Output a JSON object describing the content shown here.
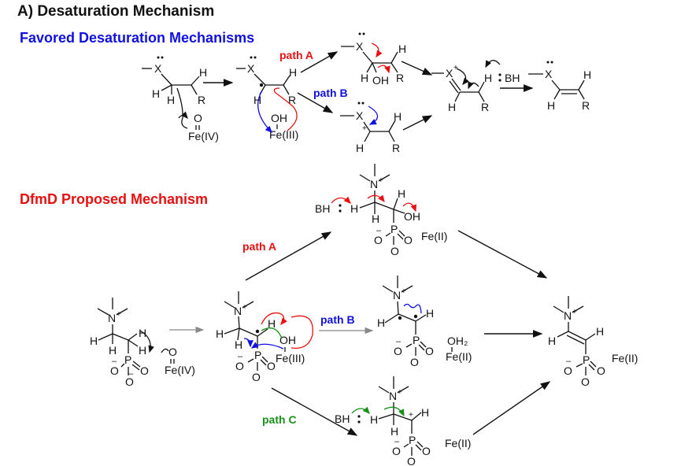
{
  "title": "A) Desaturation Mechanism",
  "sections": {
    "favored": {
      "heading": "Favored Desaturation Mechanisms",
      "color": "#1010e0"
    },
    "dfmd": {
      "heading": "DfmD Proposed Mechanism",
      "color": "#e81010"
    }
  },
  "colors": {
    "path_a": "#e81010",
    "path_b": "#1010e0",
    "path_c": "#18901a",
    "ink": "#111111"
  },
  "paths": {
    "a": "path A",
    "b": "path B",
    "c": "path C"
  },
  "atoms": {
    "X": "X",
    "H": "H",
    "R": "R",
    "O": "O",
    "OH": "OH",
    "N": "N",
    "P": "P",
    "BH": "BH",
    "plus": "+",
    "minus": "–",
    "fe4": "Fe(IV)",
    "fe3": "Fe(III)",
    "fe2": "Fe(II)",
    "oh2": "OH₂"
  }
}
